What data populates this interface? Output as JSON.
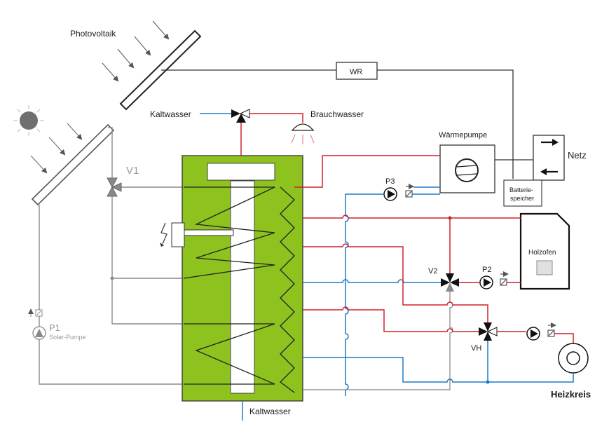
{
  "labels": {
    "photovoltaik": "Photovoltaik",
    "wr": "WR",
    "kaltwasser_top": "Kaltwasser",
    "brauchwasser": "Brauchwasser",
    "waermepumpe": "Wärmepumpe",
    "netz": "Netz",
    "batterie_line1": "Batterie-",
    "batterie_line2": "speicher",
    "v1": "V1",
    "p3": "P3",
    "holzofen": "Holzofen",
    "v2": "V2",
    "p2": "P2",
    "vh": "VH",
    "p1": "P1",
    "solar_pumpe": "Solar-Pumpe",
    "heizkreis": "Heizkreis",
    "kaltwasser_bottom": "Kaltwasser"
  },
  "colors": {
    "tank": "#8dc21f",
    "hot": "#d0202a",
    "cold": "#1e7bc6",
    "return": "#9a9a9a",
    "wire": "#333333",
    "sun": "#707070"
  },
  "icons": [
    "sun-icon",
    "solar-collector-icon",
    "pv-panel-icon",
    "pump-icon",
    "three-way-valve-icon",
    "shower-icon",
    "compressor-icon",
    "arrow-right-icon",
    "arrow-left-icon",
    "electric-heater-icon",
    "flow-meter-icon",
    "radiator-icon"
  ]
}
